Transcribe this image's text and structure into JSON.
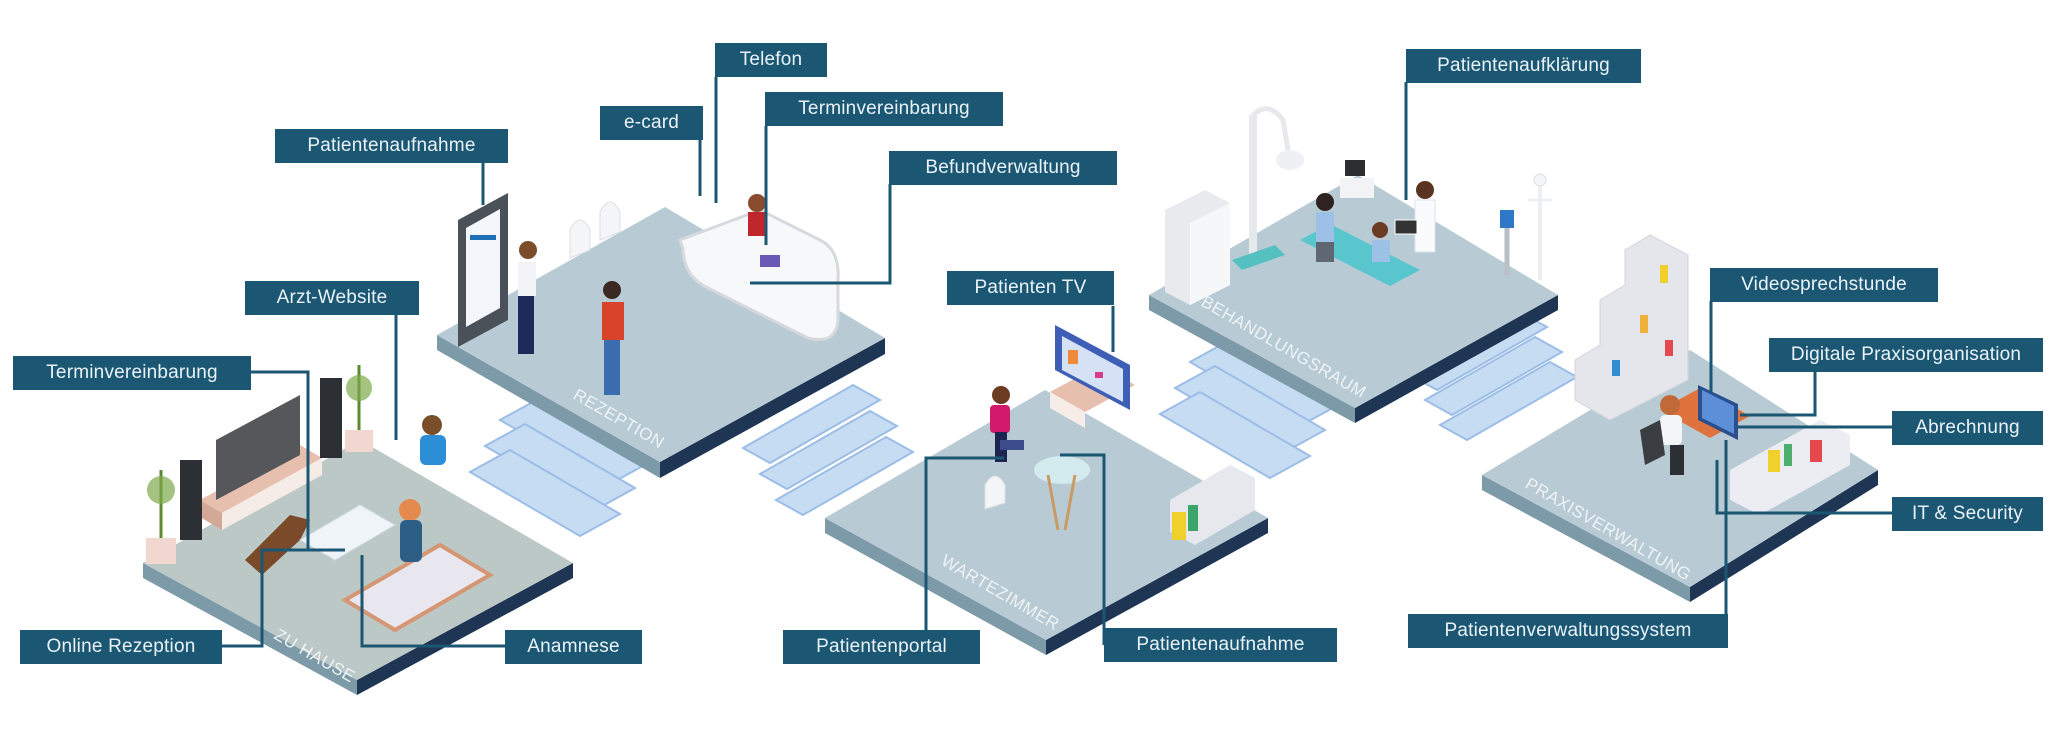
{
  "diagram": {
    "title": "Digitale Patient Journey – Arztpraxis",
    "colors": {
      "label_bg": "#1b5673",
      "label_text": "#e9f3f7",
      "connector": "#1b5673",
      "floor_top": "#b8cbd5",
      "floor_home_top": "#bcc8c6",
      "floor_left_edge": "#7d9aa8",
      "floor_right_edge": "#1f3554",
      "stairs": "#c6dcf3",
      "stairs_edge": "#9cbde6"
    },
    "rooms": [
      {
        "id": "zu-hause",
        "name": "ZU HAUSE"
      },
      {
        "id": "rezeption",
        "name": "REZEPTION"
      },
      {
        "id": "wartezimmer",
        "name": "WARTEZIMMER"
      },
      {
        "id": "behandlungsraum",
        "name": "BEHANDLUNGSRAUM"
      },
      {
        "id": "praxisverwaltung",
        "name": "PRAXISVERWALTUNG"
      }
    ],
    "labels": [
      {
        "id": "terminvereinbarung-home",
        "room": "zu-hause",
        "text": "Terminvereinbarung"
      },
      {
        "id": "arzt-website",
        "room": "zu-hause",
        "text": "Arzt-Website"
      },
      {
        "id": "online-rezeption",
        "room": "zu-hause",
        "text": "Online Rezeption"
      },
      {
        "id": "anamnese",
        "room": "zu-hause",
        "text": "Anamnese"
      },
      {
        "id": "patientenaufnahme-rezeption",
        "room": "rezeption",
        "text": "Patientenaufnahme"
      },
      {
        "id": "e-card",
        "room": "rezeption",
        "text": "e-card"
      },
      {
        "id": "telefon",
        "room": "rezeption",
        "text": "Telefon"
      },
      {
        "id": "terminvereinbarung-rezeption",
        "room": "rezeption",
        "text": "Terminvereinbarung"
      },
      {
        "id": "befundverwaltung",
        "room": "rezeption",
        "text": "Befundverwaltung"
      },
      {
        "id": "patienten-tv",
        "room": "wartezimmer",
        "text": "Patienten TV"
      },
      {
        "id": "patientenportal",
        "room": "wartezimmer",
        "text": "Patientenportal"
      },
      {
        "id": "patientenaufnahme-wartezimmer",
        "room": "wartezimmer",
        "text": "Patientenaufnahme"
      },
      {
        "id": "patientenaufklaerung",
        "room": "behandlungsraum",
        "text": "Patientenaufklärung"
      },
      {
        "id": "videosprechstunde",
        "room": "praxisverwaltung",
        "text": "Videosprechstunde"
      },
      {
        "id": "digitale-praxisorganisation",
        "room": "praxisverwaltung",
        "text": "Digitale Praxisorganisation"
      },
      {
        "id": "abrechnung",
        "room": "praxisverwaltung",
        "text": "Abrechnung"
      },
      {
        "id": "it-security",
        "room": "praxisverwaltung",
        "text": "IT & Security"
      },
      {
        "id": "patientenverwaltungssystem",
        "room": "praxisverwaltung",
        "text": "Patientenverwaltungssystem"
      }
    ]
  }
}
